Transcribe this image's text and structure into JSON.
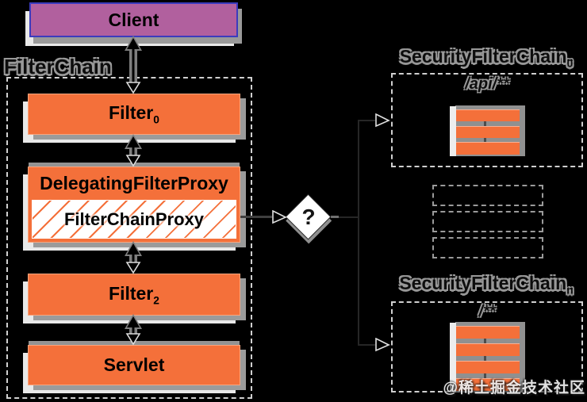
{
  "colors": {
    "background": "#000000",
    "orange": "#f4703a",
    "purple": "#b1609e",
    "purple_border": "#3b3bbe",
    "shadow_gray": "#9b9b9b",
    "shadow_white": "#e9e9e9",
    "dashed_light": "#d0d0d0",
    "dashed_gray": "#9a9a9a"
  },
  "client": {
    "label": "Client"
  },
  "filter_chain": {
    "label": "FilterChain",
    "filter0_base": "Filter",
    "filter0_sub": "0",
    "delegating_label": "DelegatingFilterProxy",
    "proxy_label": "FilterChainProxy",
    "filter2_base": "Filter",
    "filter2_sub": "2",
    "servlet_label": "Servlet"
  },
  "decision": {
    "label": "?"
  },
  "security_chain_0": {
    "title_base": "SecurityFilterChain",
    "title_sub": "0",
    "pattern": "/api/**",
    "filter_count": 3
  },
  "more_chains": {
    "count": 3
  },
  "security_chain_n": {
    "title_base": "SecurityFilterChain",
    "title_sub": "n",
    "pattern": "/**",
    "filter_count": 4
  },
  "watermark": {
    "text": "@稀土掘金技术社区"
  }
}
